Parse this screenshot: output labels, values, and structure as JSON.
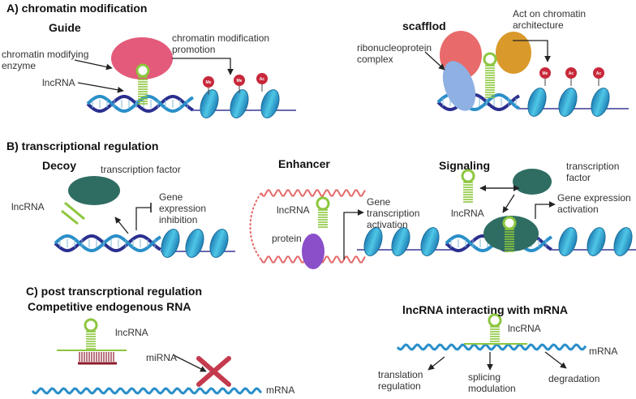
{
  "sections": {
    "a": "A) chromatin modification",
    "b": "B) transcriptional regulation",
    "c": "C) post transcrptional regulation"
  },
  "titles": {
    "guide": "Guide",
    "scaffold": "scafflod",
    "decoy": "Decoy",
    "enhancer": "Enhancer",
    "signaling": "Signaling",
    "cerna": "Competitive endogenous RNA",
    "mrna_interact": "lncRNA interacting with mRNA"
  },
  "labels": {
    "enzyme": "chromatin modifying\nenzyme",
    "promotion": "chromatin modification\npromotion",
    "guide_lncrna": "lncRNA",
    "rnp": "ribonucleoprotein\ncomplex",
    "architecture": "Act on chromatin\narchitecture",
    "decoy_tf": "transcription factor",
    "decoy_lncrna": "lncRNA",
    "inhibition": "Gene\nexpression\ninhibition",
    "enh_lncrna": "lncRNA",
    "protein": "protein",
    "enh_activation": "Gene\ntranscription\nactivation",
    "sig_tf": "transcription\nfactor",
    "sig_lncrna": "lncRNA",
    "sig_activation": "Gene expression\nactivation",
    "cerna_lncrna": "lncRNA",
    "mirna": "miRNA",
    "cerna_mrna": "mRNA",
    "int_lncrna": "lncRNA",
    "int_mrna": "mRNA",
    "translation": "translation\nregulation",
    "splicing": "splicing\nmodulation",
    "degradation": "degradation"
  },
  "marks": {
    "me": "Me",
    "ac": "Ac"
  },
  "colors": {
    "dna_dark": "#2b2f8f",
    "dna_light": "#2a8fc9",
    "nucleosome": "#3bb6d9",
    "lncrna": "#8cc63e",
    "enzyme": "#e35a7a",
    "tf": "#2f6d62",
    "mark": "#c8283a",
    "protein": "#8b4fc9",
    "cross": "#c43a4e"
  }
}
